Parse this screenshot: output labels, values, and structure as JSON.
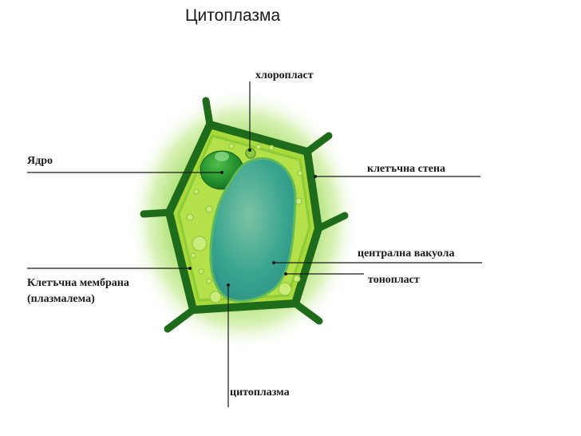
{
  "title": "Цитоплазма",
  "labels": {
    "chloroplast": "хлоропласт",
    "nucleus": "Ядро",
    "cell_wall": "клетъчна стена",
    "central_vacuole": "централна вакуола",
    "tonoplast": "тонопласт",
    "membrane_line1": "Клетъчна мембрана",
    "membrane_line2": "(плазмалема)",
    "cytoplasm": "цитоплазма"
  },
  "colors": {
    "wall": "#1f6b1c",
    "wall_glow": "#8fd64a",
    "cytoplasm": "#a9d93a",
    "nucleus": "#1f8a2a",
    "vacuole": "#3aa58f",
    "leader_line": "#1a1a1a"
  }
}
